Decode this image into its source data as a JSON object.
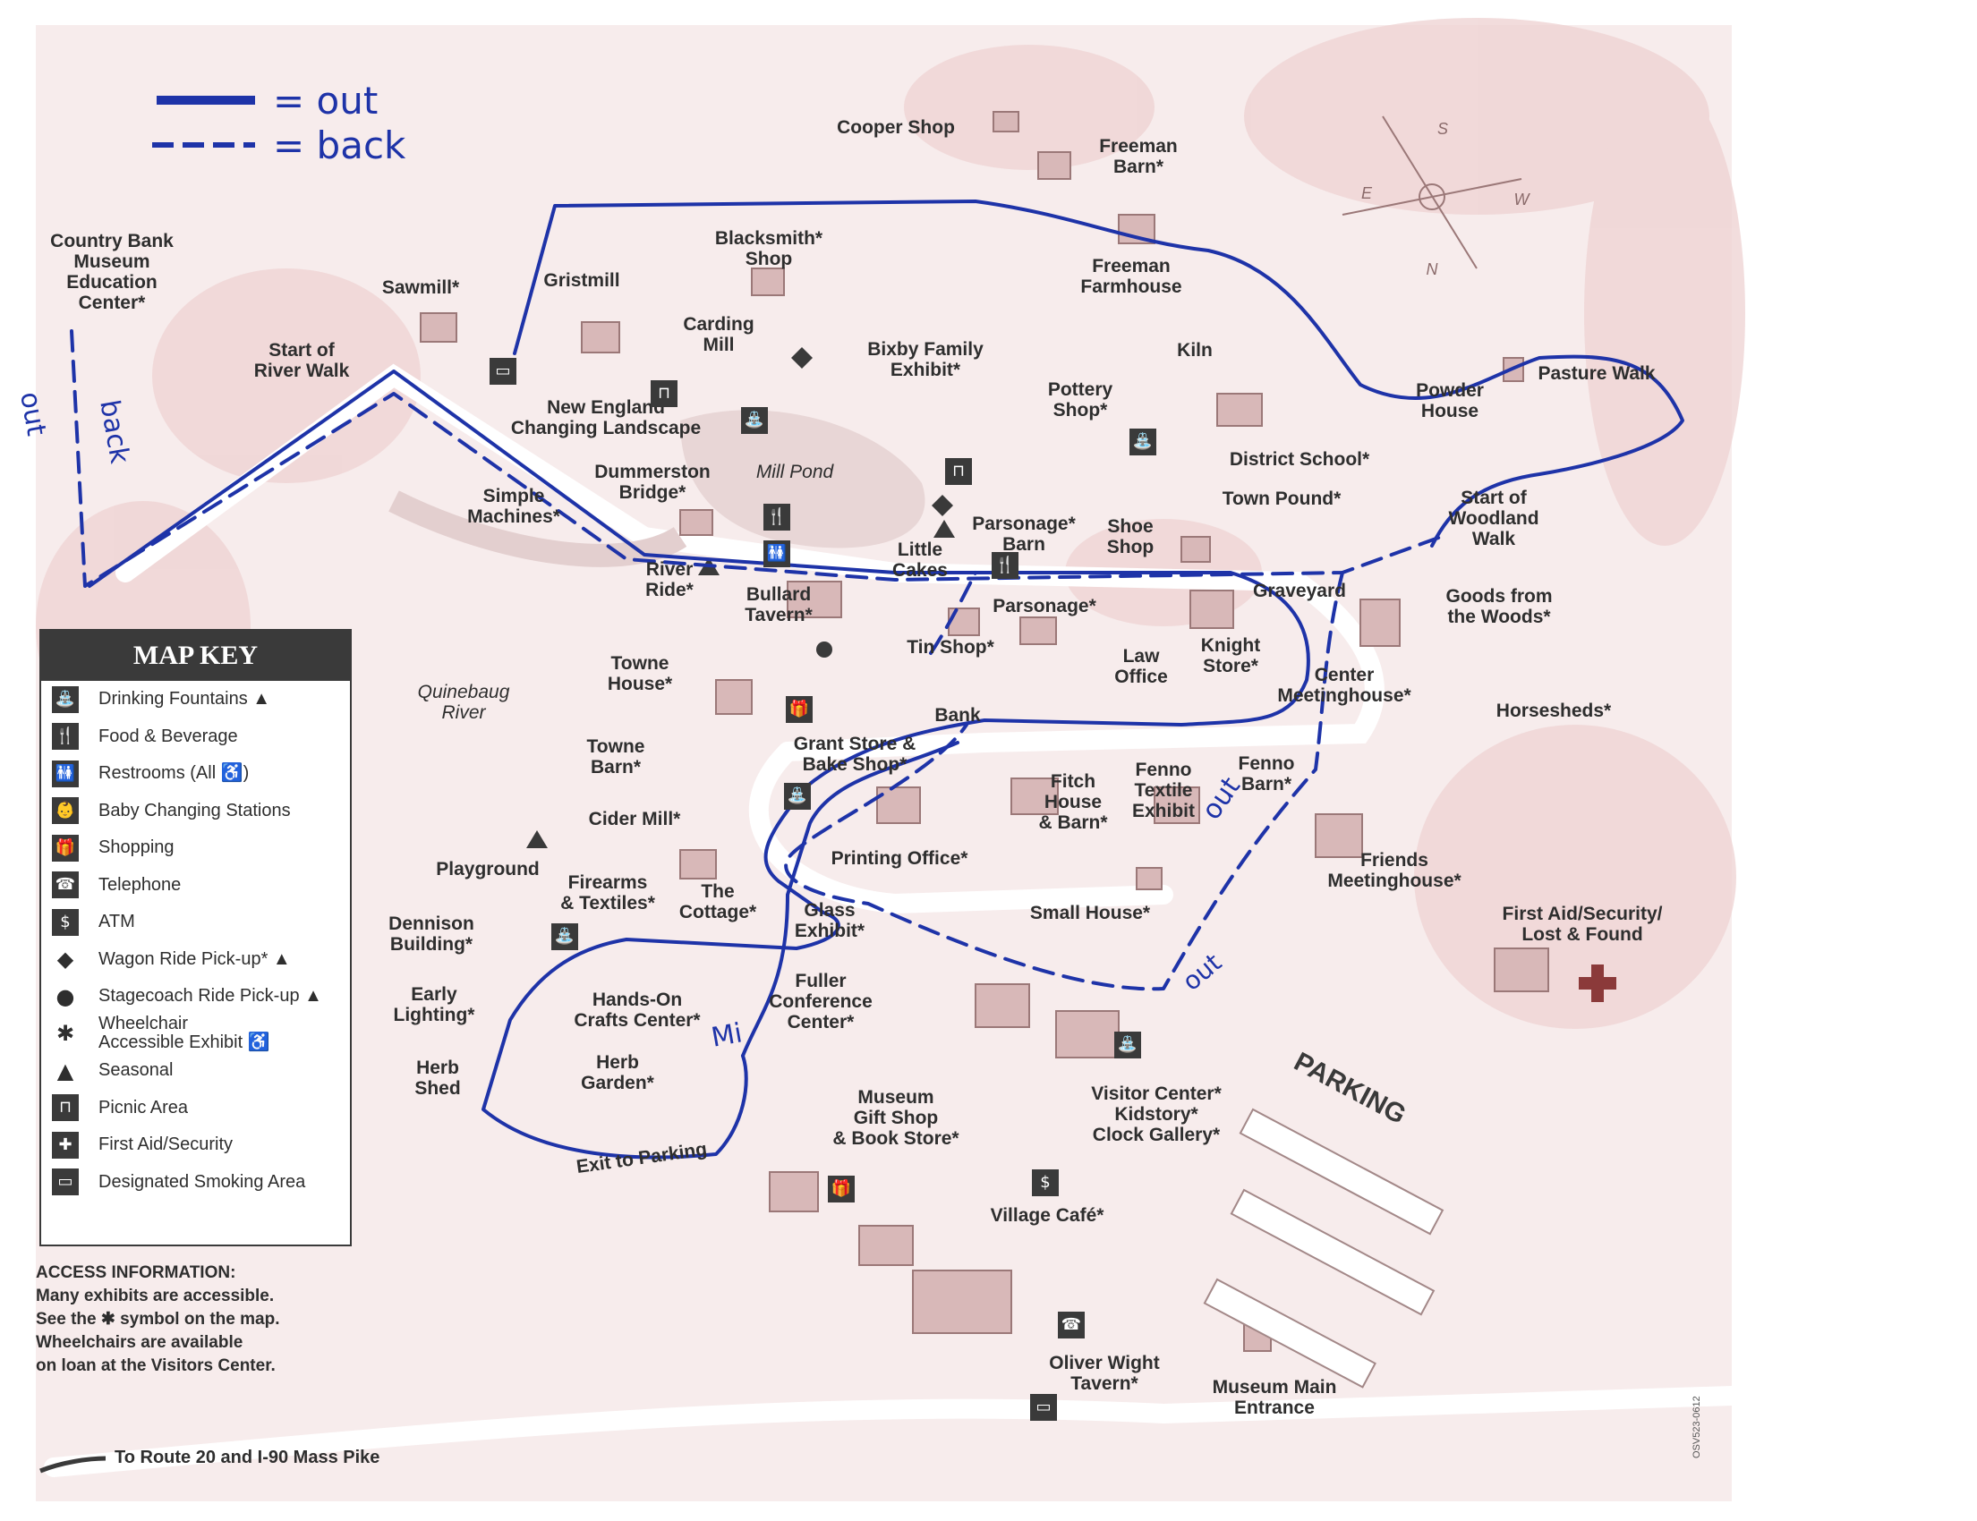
{
  "hand_legend": {
    "out": "= out",
    "back": "= back"
  },
  "hand_notes": {
    "out_left": "out",
    "back_left": "back",
    "out_right": "out",
    "out_right2": "out",
    "mi": "Mi"
  },
  "places": [
    {
      "label": "Cooper Shop"
    },
    {
      "label": "Freeman\nBarn*"
    },
    {
      "label": "Blacksmith*\nShop"
    },
    {
      "label": "Freeman\nFarmhouse"
    },
    {
      "label": "Country Bank\nMuseum\nEducation\nCenter*"
    },
    {
      "label": "Sawmill*"
    },
    {
      "label": "Gristmill"
    },
    {
      "label": "Carding\nMill"
    },
    {
      "label": "Bixby Family\nExhibit*"
    },
    {
      "label": "Kiln"
    },
    {
      "label": "Start of\nRiver Walk"
    },
    {
      "label": "New England\nChanging Landscape"
    },
    {
      "label": "Pottery\nShop*"
    },
    {
      "label": "Powder\nHouse"
    },
    {
      "label": "Pasture Walk"
    },
    {
      "label": "District School*"
    },
    {
      "label": "Dummerston\nBridge*"
    },
    {
      "label": "Simple\nMachines*"
    },
    {
      "label": "Town Pound*"
    },
    {
      "label": "Start of\nWoodland\nWalk"
    },
    {
      "label": "Parsonage*\nBarn"
    },
    {
      "label": "Shoe\nShop"
    },
    {
      "label": "Little\nCakes"
    },
    {
      "label": "River\nRide*"
    },
    {
      "label": "Bullard\nTavern*"
    },
    {
      "label": "Graveyard"
    },
    {
      "label": "Goods from\nthe Woods*"
    },
    {
      "label": "Parsonage*"
    },
    {
      "label": "Tin Shop*"
    },
    {
      "label": "Law\nOffice"
    },
    {
      "label": "Knight\nStore*"
    },
    {
      "label": "Center\nMeetinghouse*"
    },
    {
      "label": "Towne\nHouse*"
    },
    {
      "label": "Horsesheds*"
    },
    {
      "label": "Bank"
    },
    {
      "label": "Grant Store &\nBake Shop*"
    },
    {
      "label": "Towne\nBarn*"
    },
    {
      "label": "Fenno\nTextile\nExhibit"
    },
    {
      "label": "Fenno\nBarn*"
    },
    {
      "label": "Fitch\nHouse\n& Barn*"
    },
    {
      "label": "Cider Mill*"
    },
    {
      "label": "Printing Office*"
    },
    {
      "label": "Playground"
    },
    {
      "label": "Friends\nMeetinghouse*"
    },
    {
      "label": "Firearms\n& Textiles*"
    },
    {
      "label": "The\nCottage*"
    },
    {
      "label": "Glass\nExhibit*"
    },
    {
      "label": "Small House*"
    },
    {
      "label": "First Aid/Security/\nLost & Found"
    },
    {
      "label": "Dennison\nBuilding*"
    },
    {
      "label": "Early\nLighting*"
    },
    {
      "label": "Hands-On\nCrafts Center*"
    },
    {
      "label": "Fuller\nConference\nCenter*"
    },
    {
      "label": "Herb\nShed"
    },
    {
      "label": "Herb\nGarden*"
    },
    {
      "label": "Museum\nGift Shop\n& Book Store*"
    },
    {
      "label": "Visitor Center*\nKidstory*\nClock Gallery*"
    },
    {
      "label": "Exit to Parking"
    },
    {
      "label": "Village Café*"
    },
    {
      "label": "Oliver Wight\nTavern*"
    },
    {
      "label": "Museum Main\nEntrance"
    }
  ],
  "river": {
    "label": "Quinebaug\nRiver"
  },
  "pond": {
    "label": "Mill Pond"
  },
  "parking": {
    "label": "PARKING"
  },
  "compass": {
    "n": "N",
    "e": "E",
    "s": "S",
    "w": "W"
  },
  "map_key": {
    "title": "MAP KEY",
    "items": [
      {
        "icon": "drinking-fountain-icon",
        "glyph": "⛲",
        "label": "Drinking Fountains ▲"
      },
      {
        "icon": "food-beverage-icon",
        "glyph": "🍴",
        "label": "Food & Beverage"
      },
      {
        "icon": "restroom-icon",
        "glyph": "🚻",
        "label": "Restrooms (All ♿)"
      },
      {
        "icon": "baby-changing-icon",
        "glyph": "👶",
        "label": "Baby Changing Stations"
      },
      {
        "icon": "shopping-icon",
        "glyph": "🎁",
        "label": "Shopping"
      },
      {
        "icon": "telephone-icon",
        "glyph": "☎",
        "label": "Telephone"
      },
      {
        "icon": "atm-icon",
        "glyph": "$",
        "label": "ATM"
      },
      {
        "icon": "wagon-ride-icon",
        "glyph": "◆",
        "label": "Wagon Ride Pick-up* ▲"
      },
      {
        "icon": "stagecoach-ride-icon",
        "glyph": "●",
        "label": "Stagecoach Ride Pick-up ▲"
      },
      {
        "icon": "wheelchair-accessible-icon",
        "glyph": "✱",
        "label": "Wheelchair\nAccessible Exhibit ♿"
      },
      {
        "icon": "seasonal-icon",
        "glyph": "▲",
        "label": "Seasonal"
      },
      {
        "icon": "picnic-area-icon",
        "glyph": "⊓",
        "label": "Picnic Area"
      },
      {
        "icon": "first-aid-icon",
        "glyph": "✚",
        "label": "First Aid/Security"
      },
      {
        "icon": "smoking-area-icon",
        "glyph": "▭",
        "label": "Designated Smoking Area"
      }
    ]
  },
  "access": {
    "line1": "ACCESS INFORMATION:",
    "line2": "Many exhibits are accessible.",
    "line3": "See the ✱ symbol on the map.",
    "line4": "Wheelchairs are available",
    "line5": "on loan at the Visitors Center."
  },
  "route": "To Route 20 and I-90 Mass Pike",
  "code": "OSV523-0612",
  "colors": {
    "pen": "#1e33a8",
    "map_tint": "#f1dede",
    "ink": "#2e2e2e",
    "first_aid": "#8b3a3a"
  }
}
